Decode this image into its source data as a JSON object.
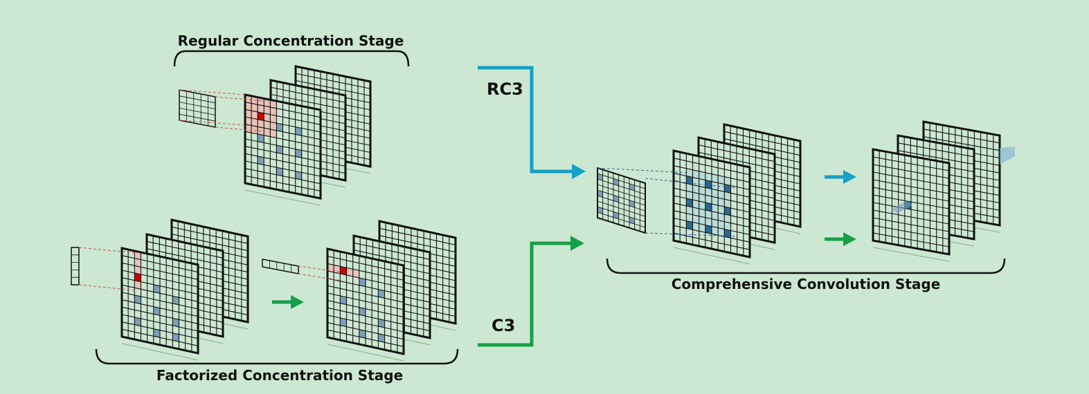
{
  "labels": {
    "regular_stage": "Regular Concentration Stage",
    "factorized_stage": "Factorized Concentration Stage",
    "comprehensive_stage": "Comprehensive Convolution Stage",
    "rc3": "RC3",
    "c3": "C3"
  },
  "colors": {
    "background": "#cde8d2",
    "grid_fill": "#cde8d2",
    "grid_line": "#111111",
    "blue_cell": "#7a9fb8",
    "dark_blue_cell": "#2a6a94",
    "red_cell": "#d10000",
    "pink_highlight": "#e9c3b8",
    "rc3_path": "#16a0c6",
    "c3_path": "#16a047",
    "blue_arrow": "#16a0c6",
    "green_arrow": "#16a047",
    "teal_region": "#b6dcd8"
  }
}
